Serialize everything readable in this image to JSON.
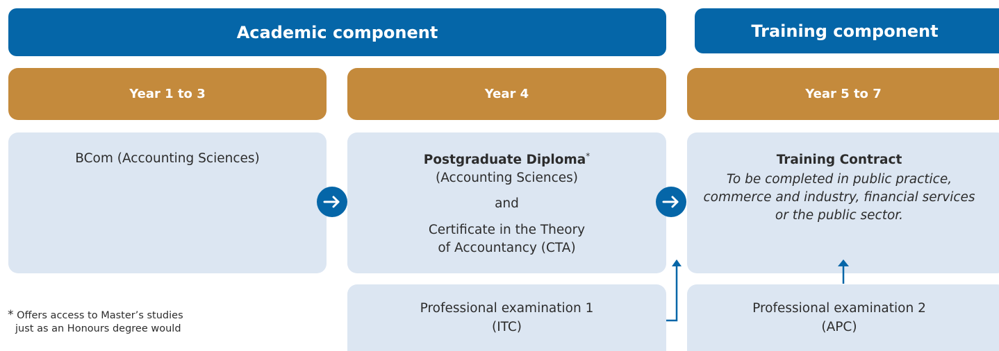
{
  "headers": {
    "academic": "Academic component",
    "training": "Training component"
  },
  "years": {
    "y1": "Year 1 to 3",
    "y4": "Year 4",
    "y5": "Year 5 to 7"
  },
  "boxes": {
    "bcom": "BCom (Accounting Sciences)",
    "pgd_title": "Postgraduate Diploma",
    "pgd_star": "*",
    "pgd_sub": "(Accounting Sciences)",
    "and": "and",
    "cta_line1": "Certificate in the Theory",
    "cta_line2": "of Accountancy (CTA)",
    "tc_title": "Training Contract",
    "tc_line1": "To be completed in public practice,",
    "tc_line2": "commerce and industry, financial services",
    "tc_line3": "or the public sector.",
    "pe1_line1": "Professional examination 1",
    "pe1_line2": "(ITC)",
    "pe2_line1": "Professional examination 2",
    "pe2_line2": "(APC)"
  },
  "footnote": {
    "star": "*",
    "line1": "Offers access to Master’s studies",
    "line2": "just as an Honours degree would"
  },
  "colors": {
    "header_blue": "#0566a8",
    "year_gold": "#c48a3c",
    "box_light": "#dce6f2",
    "text": "#2c2c2c"
  }
}
